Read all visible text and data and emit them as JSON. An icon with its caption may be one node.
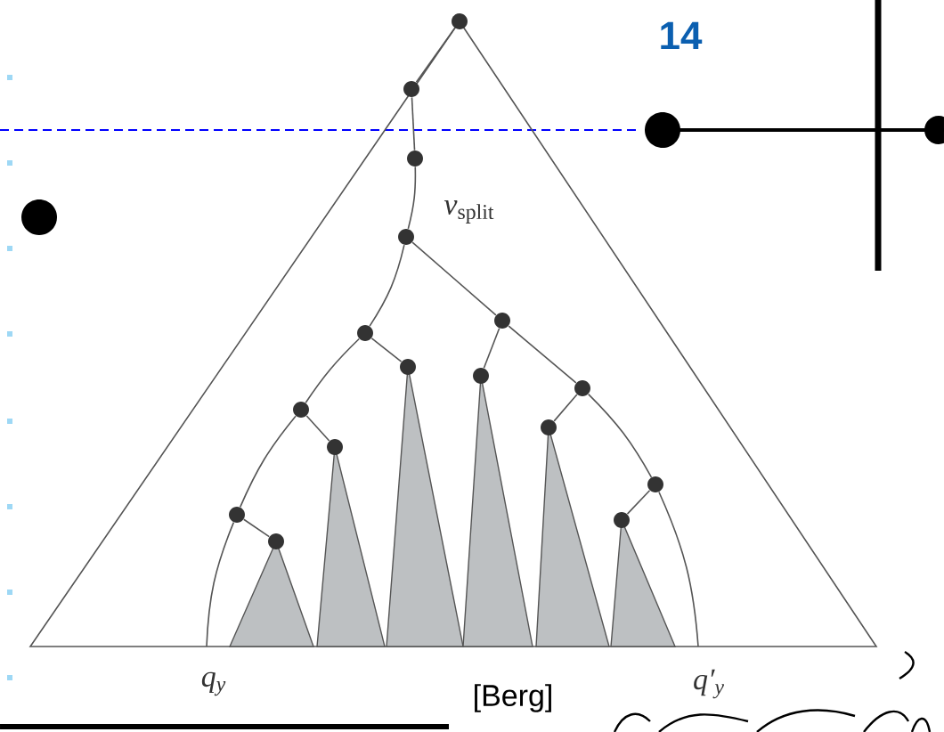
{
  "diagram": {
    "nodes": [
      {
        "text": [],
        "shape": "circle"
      },
      {
        "text": [],
        "shape": "circle"
      },
      {
        "text": [],
        "shape": "circle"
      },
      {
        "text": [],
        "shape": "circle",
        "beside": [
          "*v*$_{split}$"
        ]
      },
      {
        "text": [],
        "shape": "circle"
      },
      {
        "text": [],
        "shape": "circle"
      },
      {
        "text": [],
        "shape": "circle"
      },
      {
        "text": [],
        "shape": "circle"
      },
      {
        "text": [],
        "shape": "circle"
      },
      {
        "text": [],
        "shape": "circle"
      },
      {
        "text": [],
        "shape": "circle"
      },
      {
        "text": [],
        "shape": "circle"
      },
      {
        "text": [],
        "shape": "circle"
      },
      {
        "text": [],
        "shape": "circle"
      },
      {
        "text": [],
        "shape": "circle"
      },
      {
        "text": [],
        "shape": "circle"
      }
    ],
    "edges": [
      {
        "from": 0,
        "to": 1,
        "arrow": "none"
      },
      {
        "from": 1,
        "to": 2,
        "arrow": "none"
      },
      {
        "from": 2,
        "to": 3,
        "arrow": "none"
      },
      {
        "from": 3,
        "to": 4,
        "arrow": "none"
      },
      {
        "from": 4,
        "to": 7,
        "arrow": "none"
      },
      {
        "from": 4,
        "to": 5,
        "arrow": "none"
      },
      {
        "from": 5,
        "to": 8,
        "arrow": "none"
      },
      {
        "from": 5,
        "to": 6,
        "arrow": "none"
      },
      {
        "from": 6,
        "to": 9,
        "arrow": "none"
      },
      {
        "from": 6,
        "to": null,
        "arrow": "none"
      },
      {
        "from": 3,
        "to": 10,
        "arrow": "none"
      },
      {
        "from": 10,
        "to": 13,
        "arrow": "none"
      },
      {
        "from": 10,
        "to": 11,
        "arrow": "none"
      },
      {
        "from": 11,
        "to": 14,
        "arrow": "none"
      },
      {
        "from": 11,
        "to": 12,
        "arrow": "none"
      },
      {
        "from": 12,
        "to": 15,
        "arrow": "none"
      },
      {
        "from": 12,
        "to": null,
        "arrow": "none"
      }
    ],
    "labels": [
      "14",
      "*q*$_{y}$",
      "*q*′$_{y}$",
      "[Berg]"
    ]
  }
}
